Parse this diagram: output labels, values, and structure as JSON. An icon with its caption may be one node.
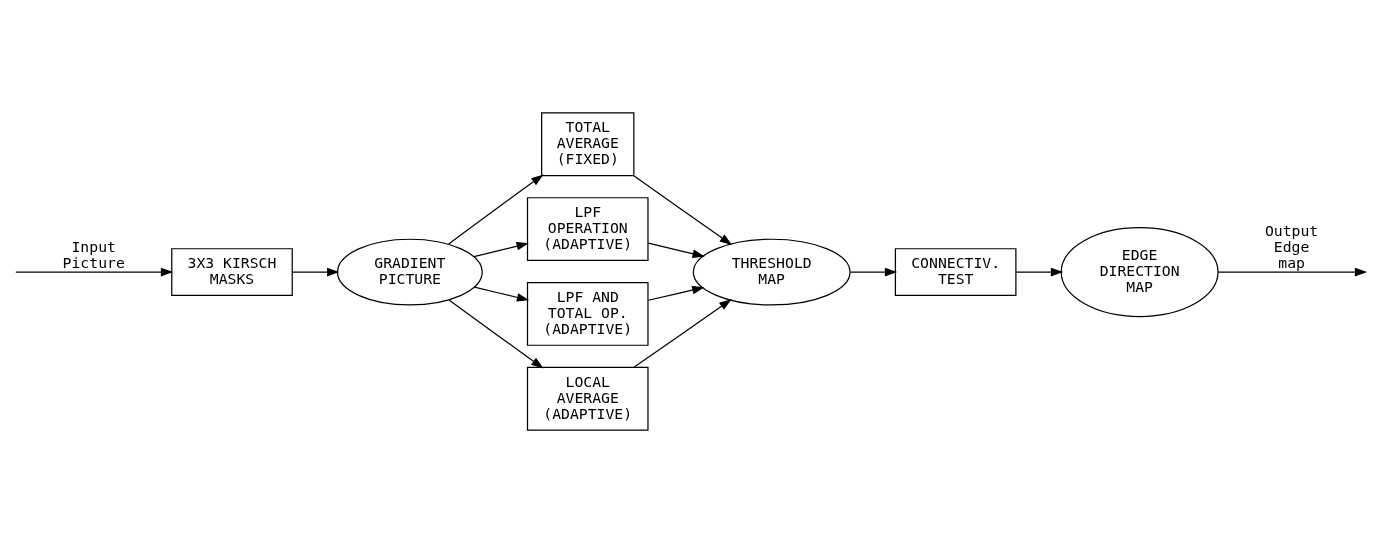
{
  "diagram": {
    "nodes": [
      {
        "text": [
          "3X3 KIRSCH MASKS"
        ]
      },
      {
        "text": [
          "GRADIENT PICTURE"
        ]
      },
      {
        "text": [
          "TOTAL AVERAGE (FIXED)"
        ]
      },
      {
        "text": [
          "LPF OPERATION (ADAPTIVE)"
        ]
      },
      {
        "text": [
          "LPF AND TOTAL OP. (ADAPTIVE)"
        ]
      },
      {
        "text": [
          "LOCAL AVERAGE (ADAPTIVE)"
        ]
      },
      {
        "text": [
          "THRESHOLD MAP"
        ]
      },
      {
        "text": [
          "CONNECTIV. TEST"
        ]
      },
      {
        "text": [
          "EDGE DIRECTION MAP"
        ]
      }
    ],
    "edges": [
      {
        "from": null,
        "to": 0,
        "arrow": "to",
        "label": "Input Picture"
      },
      {
        "from": 0,
        "to": 1,
        "arrow": "to"
      },
      {
        "from": 1,
        "to": 2,
        "arrow": "to"
      },
      {
        "from": 1,
        "to": 3,
        "arrow": "to"
      },
      {
        "from": 1,
        "to": 4,
        "arrow": "to"
      },
      {
        "from": 1,
        "to": 5,
        "arrow": "to"
      },
      {
        "from": 2,
        "to": 6,
        "arrow": "to"
      },
      {
        "from": 3,
        "to": 6,
        "arrow": "to"
      },
      {
        "from": 4,
        "to": 6,
        "arrow": "to"
      },
      {
        "from": 5,
        "to": 6,
        "arrow": "to"
      },
      {
        "from": 6,
        "to": 7,
        "arrow": "to"
      },
      {
        "from": 7,
        "to": 8,
        "arrow": "to"
      },
      {
        "from": 8,
        "to": null,
        "arrow": "to",
        "label": "Output Edge map"
      }
    ]
  }
}
